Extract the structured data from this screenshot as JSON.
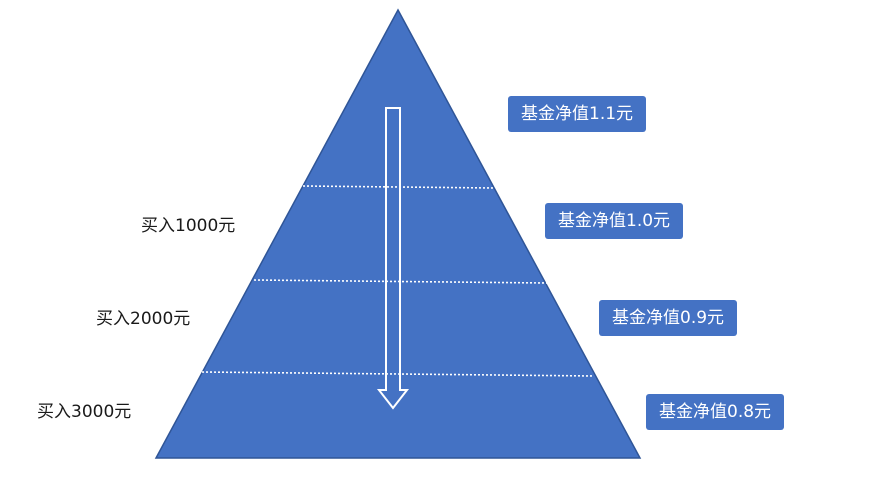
{
  "diagram": {
    "fill_color": "#4472c4",
    "divider_color": "#ffffff",
    "arrow_color": "#ffffff",
    "label_text_color": "#1a1a1a",
    "badge_text_color": "#ffffff"
  },
  "buy_labels": [
    "买入1000元",
    "买入2000元",
    "买入3000元"
  ],
  "nav_badges": [
    "基金净值1.1元",
    "基金净值1.0元",
    "基金净值0.9元",
    "基金净值0.8元"
  ]
}
